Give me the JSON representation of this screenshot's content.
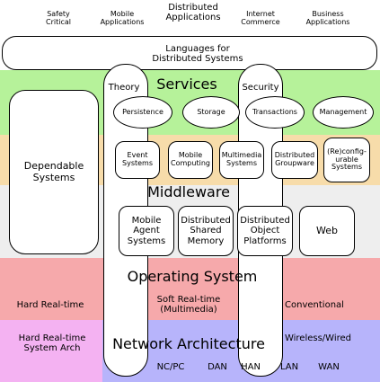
{
  "applications": {
    "top_center": "Distributed\nApplications",
    "safety": "Safety\nCritical",
    "mobile": "Mobile\nApplications",
    "internet": "Internet\nCommerce",
    "business": "Business\nApplications"
  },
  "languages": "Languages for\nDistributed Systems",
  "columns": {
    "theory": "Theory",
    "security": "Security"
  },
  "layers": {
    "services": "Services",
    "middleware": "Middleware",
    "operating_system": "Operating System",
    "network_architecture": "Network Architecture"
  },
  "dependable": "Dependable\nSystems",
  "services": {
    "persistence": "Persistence",
    "storage": "Storage",
    "transactions": "Transactions",
    "management": "Management"
  },
  "middleware_row1": {
    "event_systems": "Event\nSystems",
    "mobile_computing": "Mobile\nComputing",
    "multimedia_systems": "Multimedia\nSystems",
    "distributed_groupware": "Distributed\nGroupware",
    "reconfigurable": "(Re)config-\nurable\nSystems"
  },
  "middleware_row2": {
    "mobile_agent": "Mobile\nAgent\nSystems",
    "dsm": "Distributed\nShared\nMemory",
    "dop": "Distributed\nObject\nPlatforms",
    "web": "Web"
  },
  "os": {
    "hard_realtime": "Hard Real-time",
    "soft_realtime": "Soft Real-time\n(Multimedia)",
    "conventional": "Conventional"
  },
  "network": {
    "hard_rt_arch": "Hard Real-time\nSystem Arch",
    "wireless_wired": "Wireless/Wired",
    "ncpc": "NC/PC",
    "dan": "DAN",
    "han": "HAN",
    "lan": "LAN",
    "wan": "WAN"
  }
}
